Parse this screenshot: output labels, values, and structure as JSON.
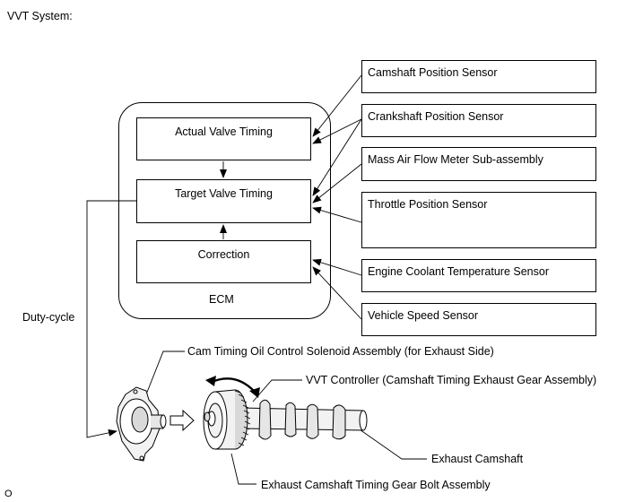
{
  "title": "VVT System:",
  "ecm": {
    "label": "ECM",
    "blocks": [
      "Actual Valve Timing",
      "Target Valve Timing",
      "Correction"
    ]
  },
  "sensors": [
    "Camshaft Position Sensor",
    "Crankshaft Position Sensor",
    "Mass Air Flow Meter Sub-assembly",
    "Throttle Position Sensor",
    "Engine Coolant Temperature Sensor",
    "Vehicle Speed Sensor"
  ],
  "duty_cycle": "Duty-cycle",
  "components": {
    "solenoid": "Cam Timing Oil Control Solenoid Assembly (for Exhaust Side)",
    "controller": "VVT Controller (Camshaft Timing Exhaust Gear Assembly)",
    "camshaft": "Exhaust Camshaft",
    "gear_bolt": "Exhaust Camshaft Timing Gear Bolt Assembly"
  },
  "figure_code": "O"
}
